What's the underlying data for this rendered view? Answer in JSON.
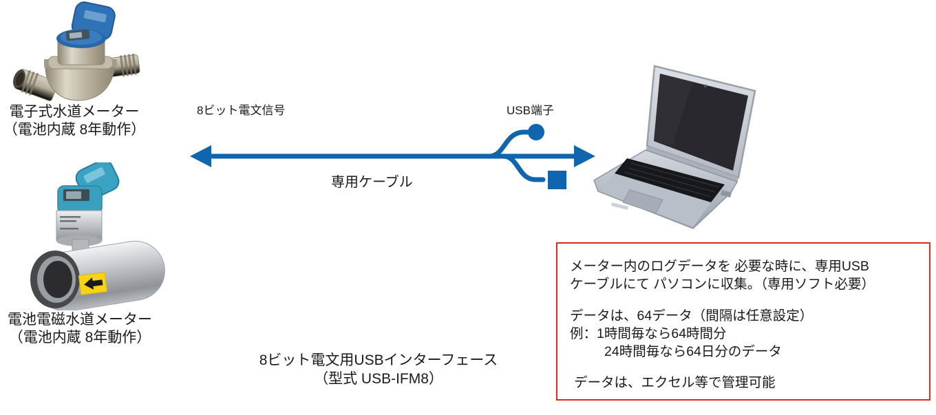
{
  "colors": {
    "arrow_blue": "#1066ae",
    "box_border_red": "#e0291c",
    "text": "#1a1a1a"
  },
  "meters": {
    "electronic": {
      "label_line1": "電子式水道メーター",
      "label_line2": "（電池内蔵 8年動作）"
    },
    "electromagnetic": {
      "label_line1": "電池電磁水道メーター",
      "label_line2": "（電池内蔵 8年動作）"
    }
  },
  "link": {
    "signal_label": "8ビット電文信号",
    "usb_port_label": "USB端子",
    "cable_label": "専用ケーブル"
  },
  "interface_caption": {
    "line1": "8ビット電文用USBインターフェース",
    "line2": "（型式 USB-IFM8）"
  },
  "info_box": {
    "para1_line1": "メーター内のログデータを 必要な時に、専用USB",
    "para1_line2": "ケーブルにて パソコンに収集。（専用ソフト必要）",
    "para2_line1": "データは、64データ（間隔は任意設定）",
    "para2_line2": "例：1時間毎なら64時間分",
    "para2_line3": "24時間毎なら64日分のデータ",
    "para3": "データは、エクセル等で管理可能"
  }
}
